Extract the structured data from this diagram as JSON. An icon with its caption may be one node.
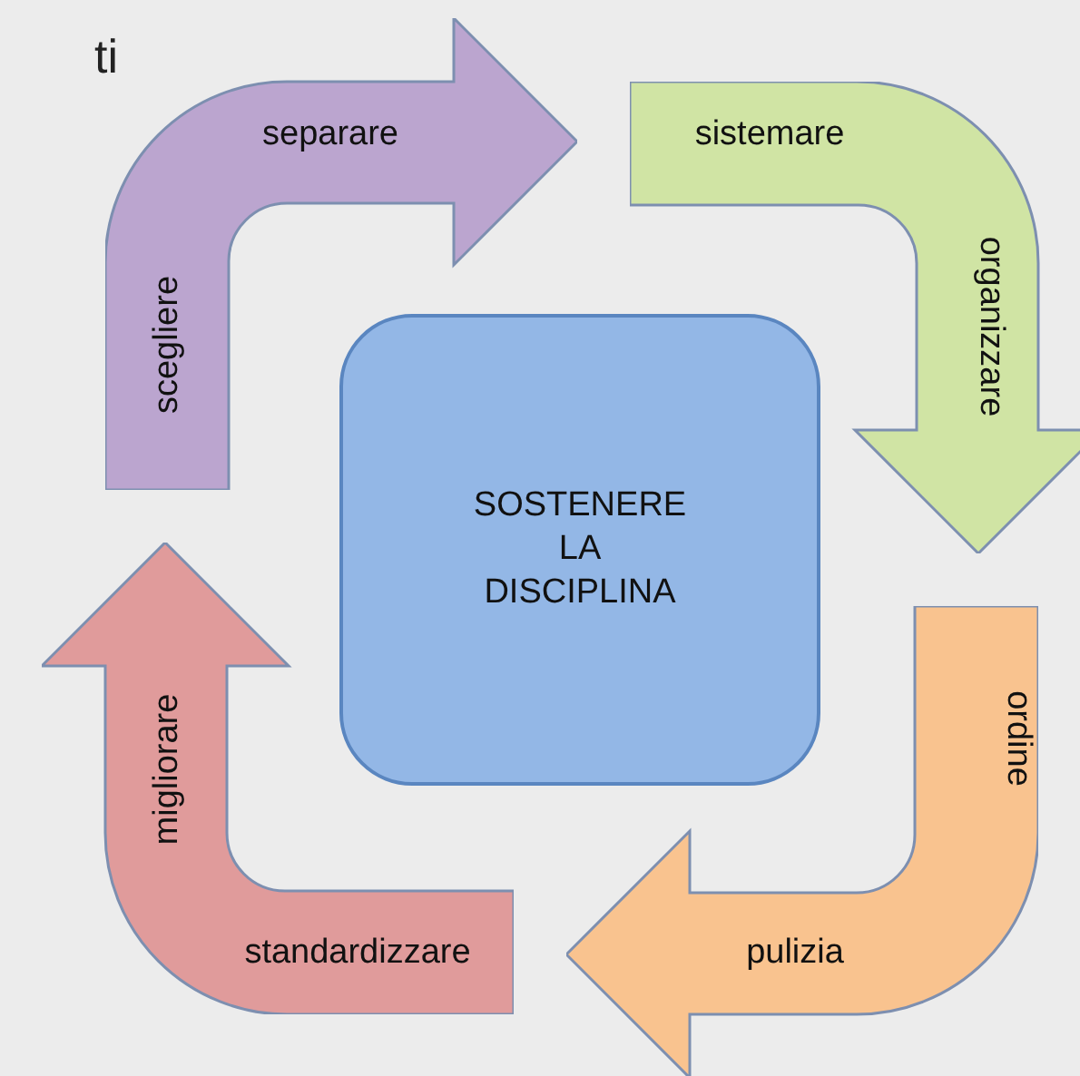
{
  "diagram": {
    "nodes": [
      {
        "text": [
          "separare",
          "scegliere"
        ]
      },
      {
        "text": [
          "sistemare",
          "organizzare"
        ]
      },
      {
        "text": [
          "ordine",
          "pulizia"
        ]
      },
      {
        "text": [
          "standardizzare",
          "migliorare"
        ]
      },
      {
        "text": [
          "SOSTENERE LA DISCIPLINA"
        ]
      }
    ],
    "labels": [
      "ti"
    ]
  }
}
